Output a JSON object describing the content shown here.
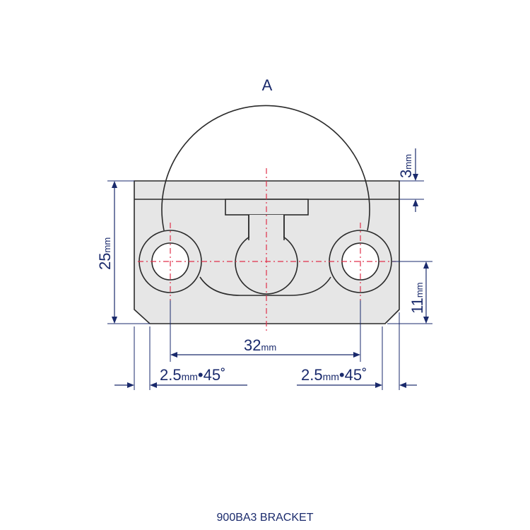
{
  "detail_label": "A",
  "dimensions": {
    "slot_height": {
      "value": "3",
      "unit": "mm"
    },
    "overall_height": {
      "value": "25",
      "unit": "mm"
    },
    "hole_height": {
      "value": "11",
      "unit": "mm"
    },
    "hole_spacing": {
      "value": "32",
      "unit": "mm"
    },
    "chamfer_left": {
      "value": "2.5",
      "unit": "mm",
      "angle": "•45˚"
    },
    "chamfer_right": {
      "value": "2.5",
      "unit": "mm",
      "angle": "•45˚"
    }
  },
  "caption": "900BA3 BRACKET",
  "colors": {
    "dimension": "#1a2a6c",
    "part_fill": "#e6e6e6",
    "part_edge": "#2a2a2a",
    "center_line": "#e0304a"
  }
}
